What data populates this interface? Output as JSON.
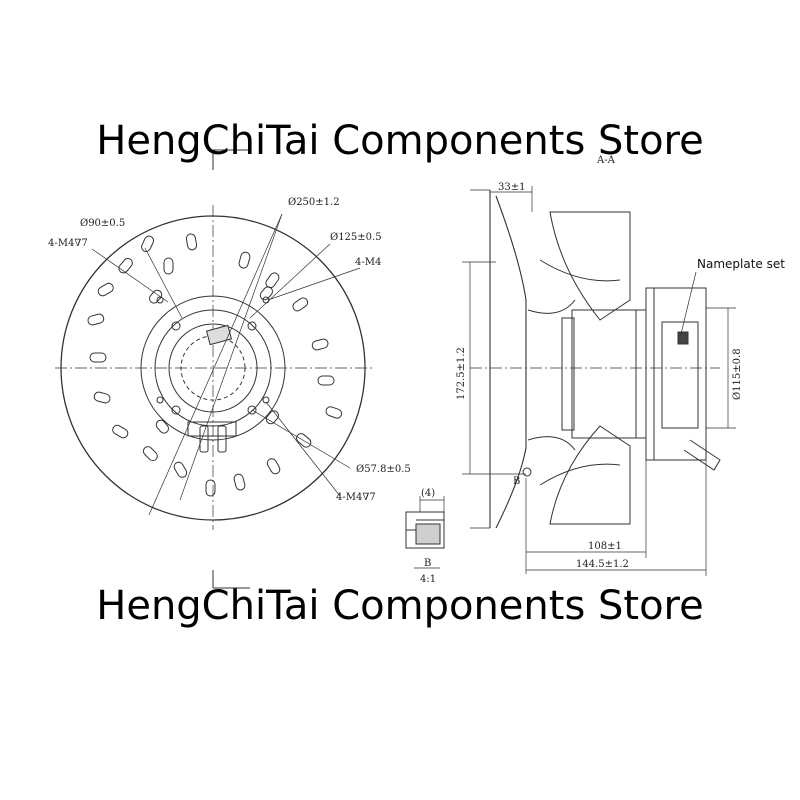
{
  "watermark": {
    "top": "HengChiTai Components Store",
    "bottom": "HengChiTai Components Store"
  },
  "front_view": {
    "dia_outer": "Ø250±1.2",
    "dia_90": "Ø90±0.5",
    "dia_125": "Ø125±0.5",
    "dia_57": "Ø57.8±0.5",
    "holes_top_left": "4-M4∇7",
    "holes_top_right": "4-M4",
    "holes_bottom": "4-M4∇7"
  },
  "section_view": {
    "section_label": "A-A",
    "dim_33": "33±1",
    "dim_172": "172.5±1.2",
    "dim_115": "Ø115±0.8",
    "dim_108": "108±1",
    "dim_144": "144.5±1.2",
    "nameplate": "Nameplate set",
    "detail_marker": "B"
  },
  "detail_view": {
    "dim_4": "(4)",
    "label": "B",
    "scale": "4:1"
  }
}
